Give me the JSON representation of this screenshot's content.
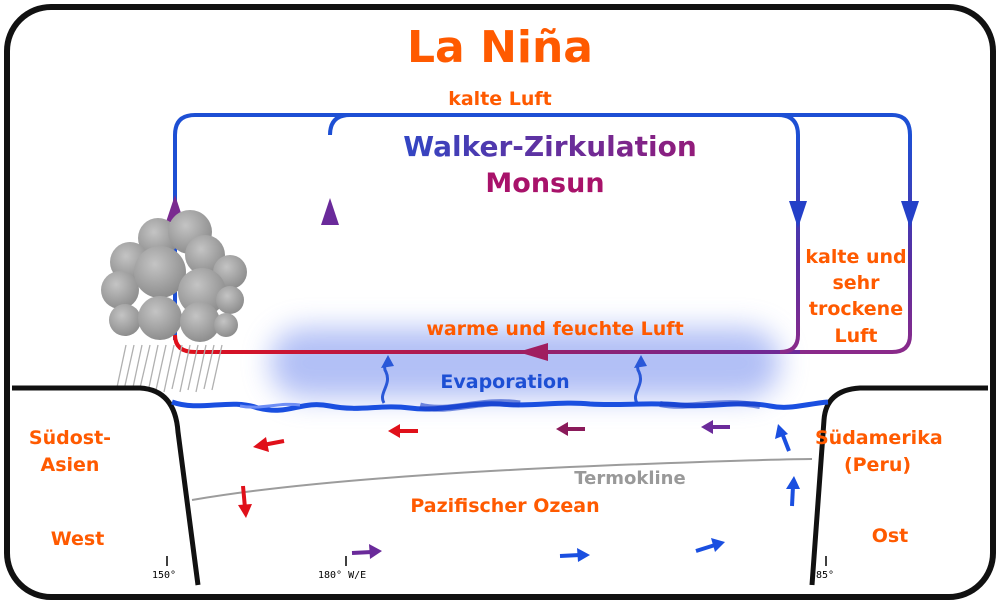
{
  "title": "La Niña",
  "labels": {
    "upper_air": "kalte Luft",
    "circulation": "Walker-Zirkulation",
    "monsoon": "Monsun",
    "descending_air": "kalte und sehr trockene Luft",
    "surface_air": "warme und feuchte Luft",
    "evaporation": "Evaporation",
    "west_region": "Südost-Asien",
    "west_side": "West",
    "east_region": "Südamerika (Peru)",
    "east_side": "Ost",
    "thermocline": "Termokline",
    "ocean": "Pazifischer Ozean"
  },
  "longitude_ticks": [
    "150°",
    "180° W/E",
    "85°"
  ],
  "colors": {
    "title": "#ff5a00",
    "label": "#ff5a00",
    "cold_blue": "#1d4fd4",
    "warm_red": "#e0101a",
    "purple": "#6a2a9a",
    "monsoon": "#a8126a",
    "thermocline": "#999999",
    "frame": "#111111"
  },
  "icons": [
    "rain-cloud-icon",
    "evaporation-arrow-icon",
    "current-arrow-icon"
  ]
}
